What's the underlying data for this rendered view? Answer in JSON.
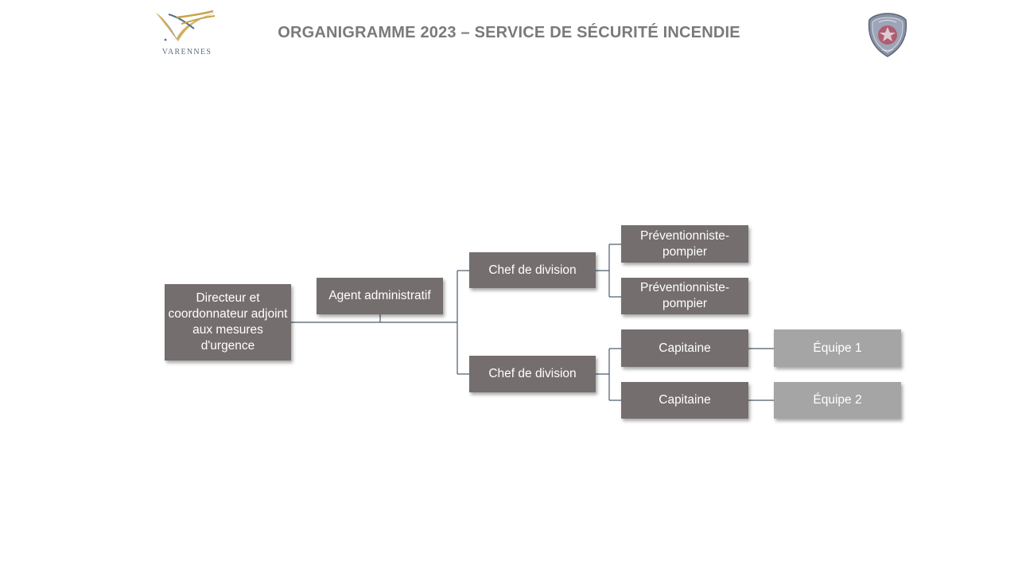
{
  "header": {
    "title": "ORGANIGRAMME 2023 – SERVICE DE SÉCURITÉ INCENDIE",
    "left_logo_text": "VARENNES",
    "right_logo_icon": "fire-department-badge-icon"
  },
  "colors": {
    "title_text": "#7a7a7a",
    "box_dark": "#756e6e",
    "box_light": "#a5a5a5",
    "connector": "#4a5a6a",
    "logo_gold": "#c9a24a",
    "logo_blue": "#4f6f8f"
  },
  "org_chart": {
    "director": "Directeur et coordonnateur adjoint aux mesures d'urgence",
    "admin_agent": "Agent administratif",
    "division_chief_1": "Chef de division",
    "division_chief_2": "Chef de division",
    "preventionist_1": "Préventionniste-pompier",
    "preventionist_2": "Préventionniste-pompier",
    "captain_1": "Capitaine",
    "captain_2": "Capitaine",
    "team_1": "Équipe 1",
    "team_2": "Équipe 2"
  }
}
